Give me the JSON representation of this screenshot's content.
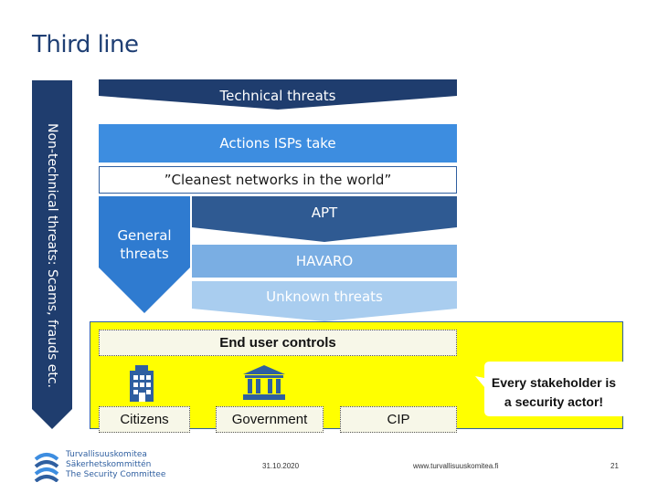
{
  "slide": {
    "title": "Third line"
  },
  "diagram": {
    "left_bar": "Non-technical threats: Scams, frauds etc.",
    "technical_threats": "Technical threats",
    "actions_isps": "Actions ISPs take",
    "cleanest_networks": "”Cleanest networks in the world”",
    "general_threats_line1": "General",
    "general_threats_line2": "threats",
    "apt": "APT",
    "havaro": "HAVARO",
    "unknown_threats": "Unknown threats",
    "end_user_controls": "End user controls",
    "citizens": "Citizens",
    "government": "Government",
    "cip": "CIP",
    "callout_line1": "Every stakeholder is",
    "callout_line2": "a security actor!"
  },
  "footer": {
    "org_line1": "Turvallisuuskomitea",
    "org_line2": "Säkerhetskommittén",
    "org_line3": "The Security Committee",
    "date": "31.10.2020",
    "url": "www.turvallisuuskomitea.fi",
    "page": "21"
  },
  "colors": {
    "dark_navy": "#1f3d6e",
    "blue": "#3d8de0",
    "mid_blue": "#2f5fa0",
    "light_blue": "#7aaee3",
    "pale_blue": "#a9cdef",
    "yellow": "#ffff00"
  },
  "icons": {
    "citizens": "apartment-building-icon",
    "government": "government-building-icon",
    "logo": "security-committee-logo"
  }
}
